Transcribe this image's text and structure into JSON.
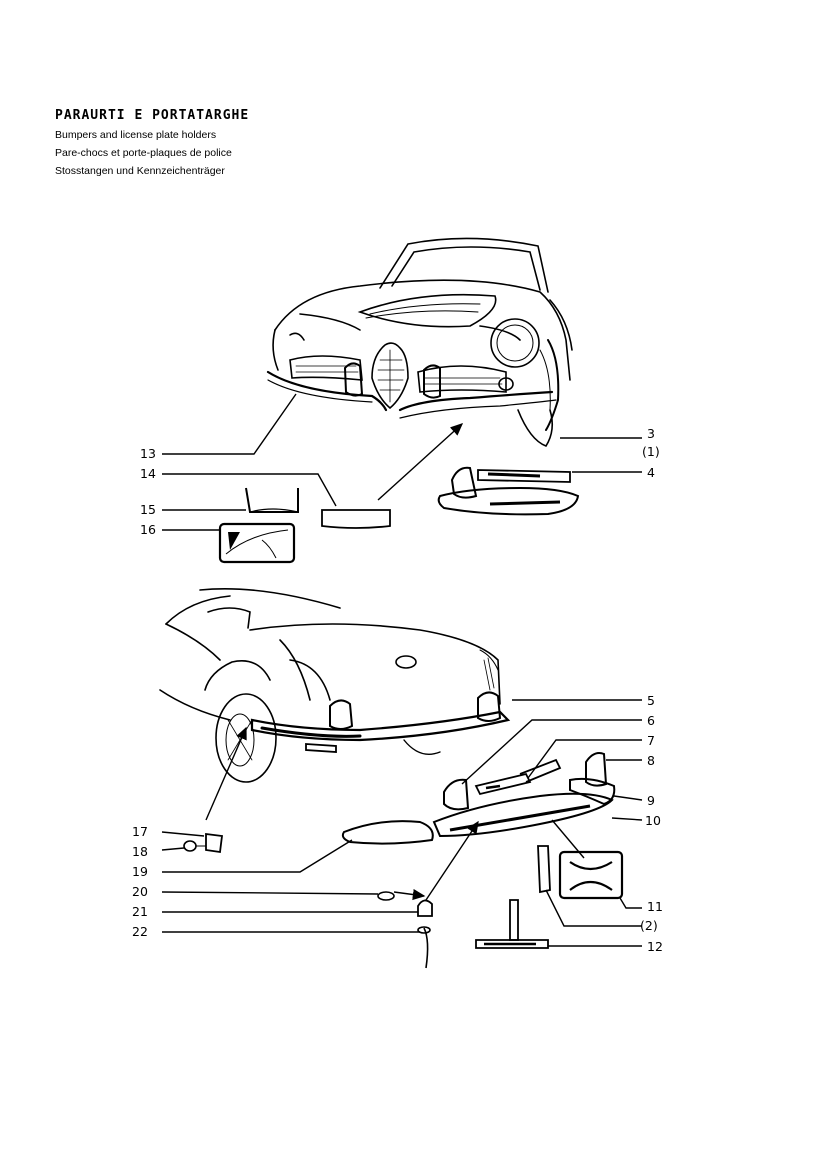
{
  "header": {
    "title": "PARAURTI E PORTATARGHE",
    "subtitle_en": "Bumpers and license plate holders",
    "subtitle_fr": "Pare-chocs et porte-plaques de police",
    "subtitle_de": "Stosstangen und Kennzeichenträger"
  },
  "callouts": {
    "c1": "(1)",
    "c2": "(2)",
    "c3": "3",
    "c4": "4",
    "c5": "5",
    "c6": "6",
    "c7": "7",
    "c8": "8",
    "c9": "9",
    "c10": "10",
    "c11": "11",
    "c12": "12",
    "c13": "13",
    "c14": "14",
    "c15": "15",
    "c16": "16",
    "c17": "17",
    "c18": "18",
    "c19": "19",
    "c20": "20",
    "c21": "21",
    "c22": "22"
  }
}
